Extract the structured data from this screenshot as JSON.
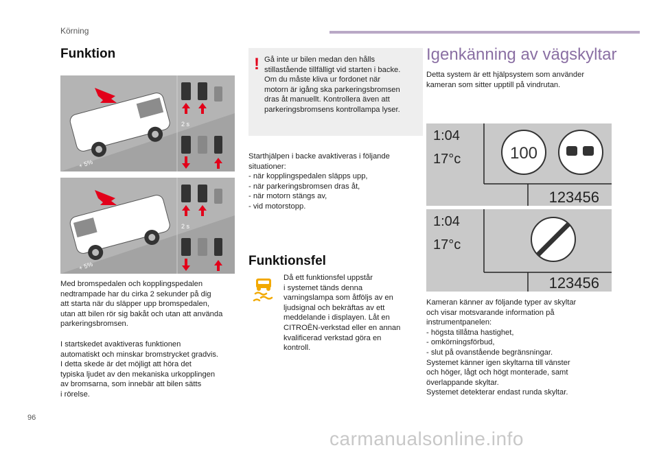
{
  "header": {
    "section": "Körning"
  },
  "left": {
    "title": "Funktion",
    "illustration_timer": "2 s",
    "illustration_slope": "+ 5%",
    "para1": "Med bromspedalen och kopplingspedalen\nnedtrampade har du cirka 2 sekunder på dig\natt starta när du släpper upp bromspedalen,\nutan att bilen rör sig bakåt och utan att använda\nparkeringsbromsen.",
    "para2": "I startskedet avaktiveras funktionen\nautomatiskt och minskar bromstrycket gradvis.\nI detta skede är det möjligt att höra det\ntypiska ljudet av den mekaniska urkopplingen\nav bromsarna, som innebär att bilen sätts\ni rörelse."
  },
  "middle": {
    "warning_mark": "!",
    "warning": "Gå inte ur bilen medan den hålls\nstillastående tillfälligt vid starten i backe.\nOm du måste kliva ur fordonet när\nmotorn är igång ska parkeringsbromsen\ndras åt manuellt. Kontrollera även att\nparkeringsbromsens kontrollampa lyser.",
    "deact": "Starthjälpen i backe avaktiveras i följande\nsituationer:\n-   när kopplingspedalen släpps upp,\n-   när parkeringsbromsen dras åt,\n-   när motorn stängs av,\n-   vid motorstopp.",
    "fault_title": "Funktionsfel",
    "fault": "Då ett funktionsfel uppstår\ni systemet tänds denna\nvarningslampa som åtföljs av en\nljudsignal och bekräftas av ett\nmeddelande i displayen. Låt en\nCITROËN-verkstad eller en annan\nkvalificerad verkstad göra en\nkontroll."
  },
  "right": {
    "title": "Igenkänning av vägskyltar",
    "intro": "Detta system är ett hjälpsystem som använder\nkameran som sitter upptill på vindrutan.",
    "display1": {
      "time": "1:04",
      "temp": "17°c",
      "speed": "100",
      "odo": "123456"
    },
    "display2": {
      "time": "1:04",
      "temp": "17°c",
      "odo": "123456"
    },
    "body": "Kameran känner av följande typer av skyltar\noch visar motsvarande information på\ninstrumentpanelen:\n-   högsta tillåtna hastighet,\n-   omkörningsförbud,\n-   slut på ovanstående begränsningar.\nSystemet känner igen skyltarna till vänster\noch höger, lågt och högt monterade, samt\növerlappande skyltar.\nSystemet detekterar endast runda skyltar."
  },
  "footer": {
    "page": "96",
    "watermark": "carmanualsonline.info"
  },
  "colors": {
    "accent": "#8a6fa3",
    "warning": "#e2001a",
    "arrow": "#e2001a",
    "fault_icon": "#f2a900"
  }
}
